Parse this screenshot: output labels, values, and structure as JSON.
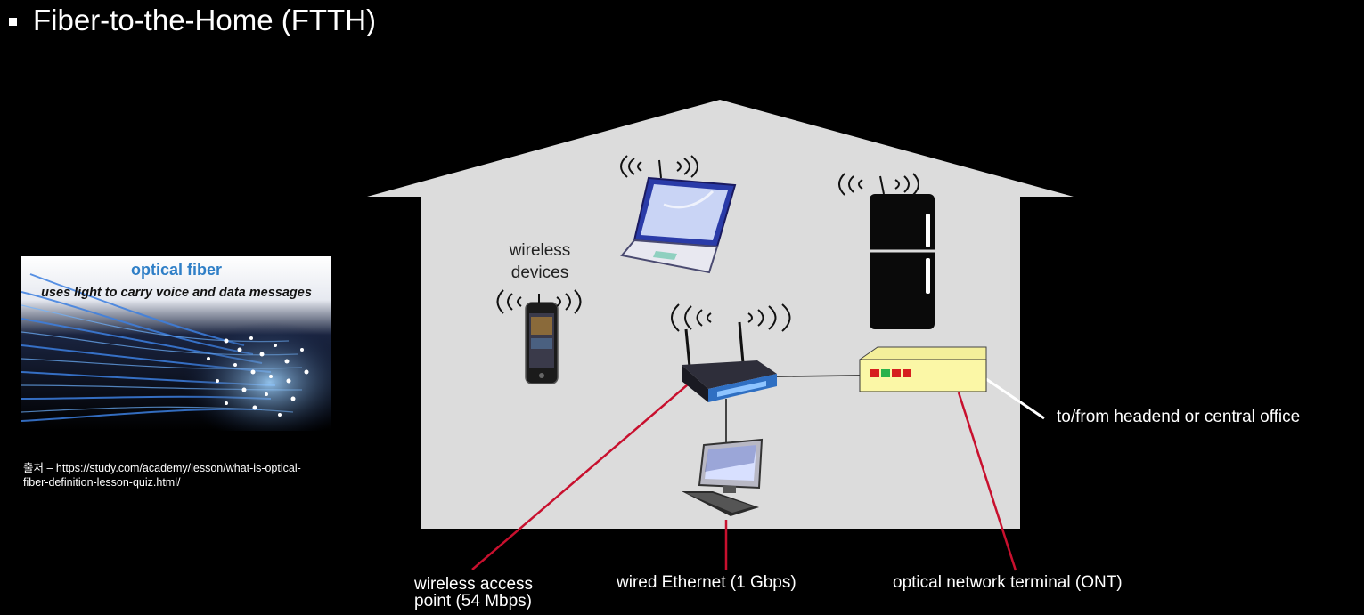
{
  "slide": {
    "title": "Fiber-to-the-Home (FTTH)"
  },
  "fiber_image": {
    "heading": "optical fiber",
    "subheading": "uses light to carry voice and data messages"
  },
  "credit": {
    "text": "출처 – https://study.com/academy/lesson/what-is-optical-fiber-definition-lesson-quiz.html/"
  },
  "labels": {
    "wireless_devices_line1": "wireless",
    "wireless_devices_line2": "devices",
    "headend": "to/from headend or central office",
    "wireless_ap_line1": "wireless access",
    "wireless_ap_line2": "point (54 Mbps)",
    "wired_ethernet": "wired Ethernet (1 Gbps)",
    "ont": "optical network terminal (ONT)"
  },
  "colors": {
    "background": "#000000",
    "house": "#dcdcdc",
    "callout_line": "#c8102e",
    "ont_box": "#fbf7a6"
  }
}
